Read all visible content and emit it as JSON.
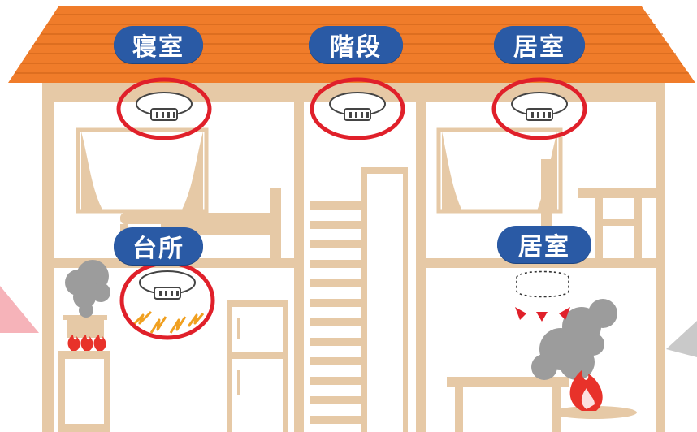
{
  "labels": {
    "bedroom": "寝室",
    "stairs": "階段",
    "living_upper": "居室",
    "kitchen": "台所",
    "living_lower": "居室"
  },
  "colors": {
    "roof": "#f07c2a",
    "wall": "#e6c9a6",
    "label_bg": "#2a5aa5",
    "highlight_ring": "#e0202a",
    "smoke": "#9c9c9c",
    "flame": "#e8322a",
    "alarm_sound": "#f0a020"
  },
  "icons": {
    "detector": "smoke-detector-icon",
    "missing_detector": "missing-detector-outline-icon",
    "fire": "fire-icon",
    "smoke": "smoke-cloud-icon",
    "alarm": "alarm-sound-icon"
  }
}
